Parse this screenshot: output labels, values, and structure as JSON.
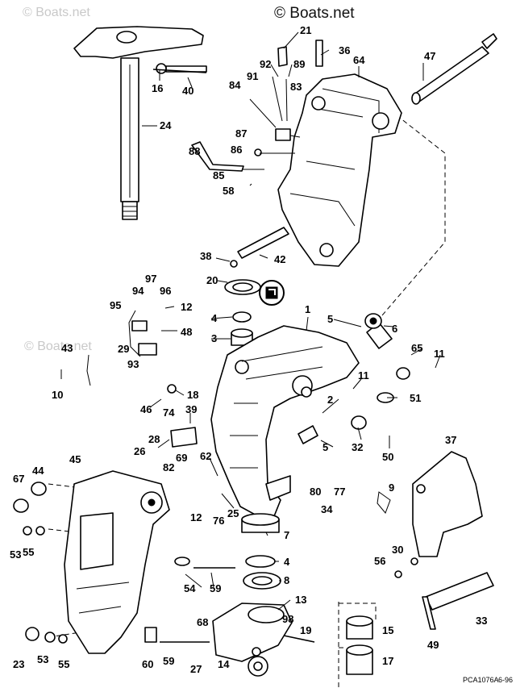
{
  "watermarks": [
    "© Boats.net",
    "© Boats.net",
    "© Boats.net"
  ],
  "callouts": [
    "21",
    "36",
    "47",
    "92",
    "89",
    "64",
    "91",
    "83",
    "84",
    "16",
    "40",
    "24",
    "87",
    "86",
    "88",
    "85",
    "58",
    "38",
    "42",
    "20",
    "97",
    "94",
    "96",
    "95",
    "12",
    "4",
    "48",
    "29",
    "3",
    "1",
    "5",
    "6",
    "93",
    "43",
    "65",
    "11",
    "10",
    "11",
    "18",
    "46",
    "74",
    "39",
    "51",
    "2",
    "28",
    "5",
    "32",
    "26",
    "82",
    "69",
    "62",
    "37",
    "50",
    "45",
    "44",
    "67",
    "53",
    "55",
    "12",
    "76",
    "25",
    "80",
    "77",
    "34",
    "9",
    "7",
    "30",
    "56",
    "4",
    "54",
    "59",
    "8",
    "13",
    "15",
    "98",
    "68",
    "19",
    "33",
    "23",
    "53",
    "55",
    "60",
    "59",
    "27",
    "14",
    "17",
    "49"
  ],
  "footer": {
    "code": "PCA1076A",
    "date": "6-96"
  }
}
